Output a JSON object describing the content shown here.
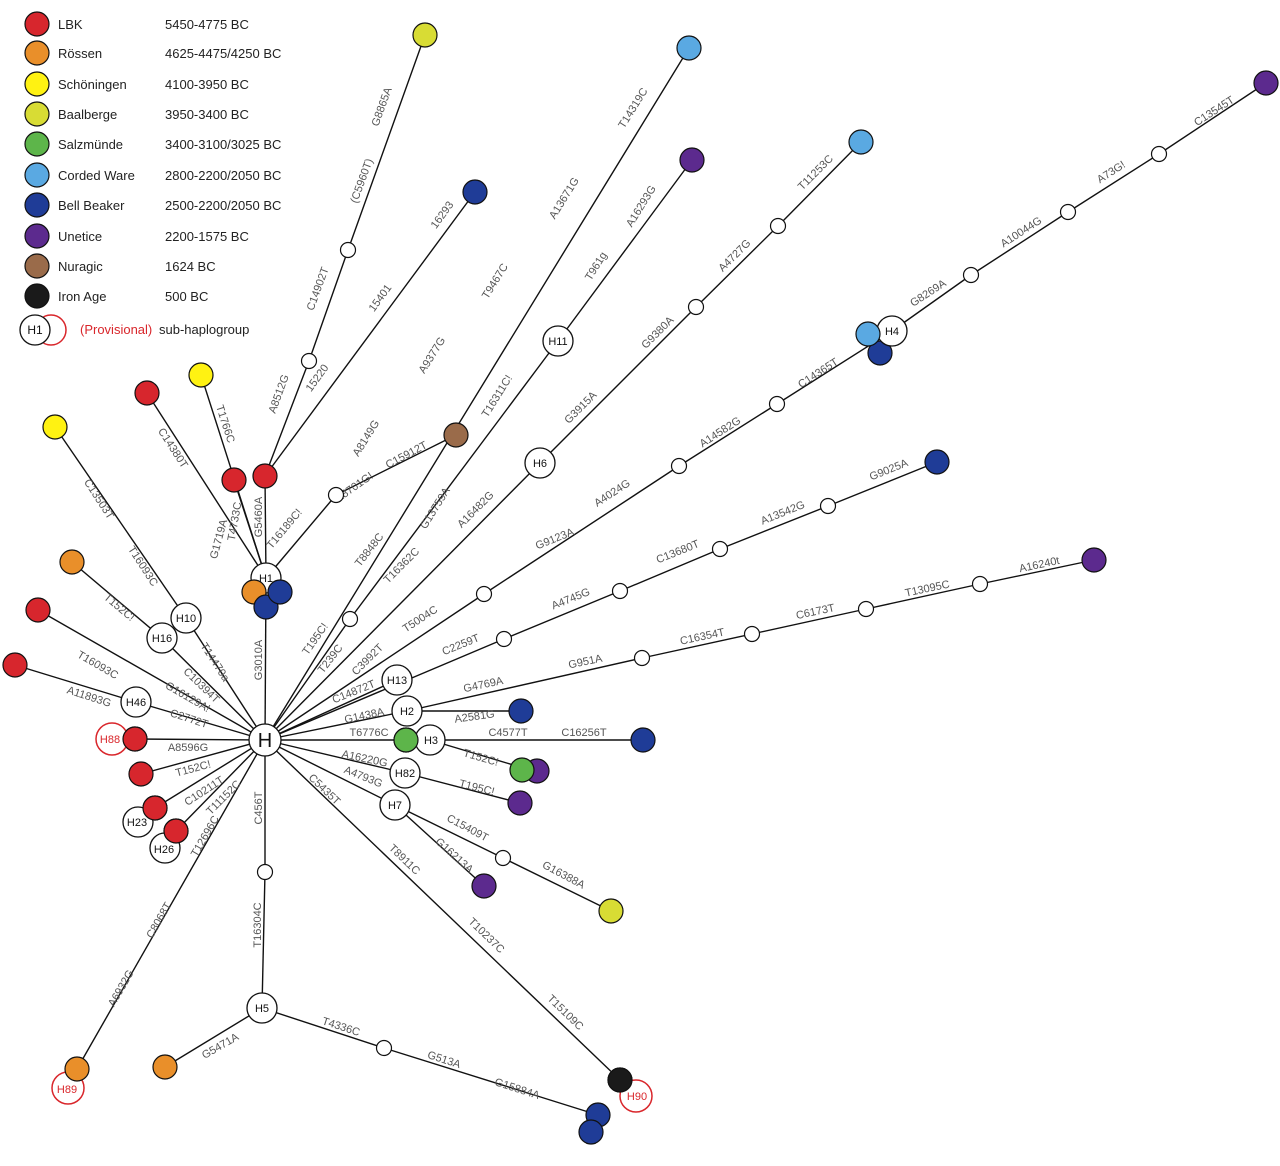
{
  "legend": {
    "items": [
      {
        "name": "LBK",
        "date": "5450-4775 BC",
        "color": "#d7262d"
      },
      {
        "name": "Rössen",
        "date": "4625-4475/4250 BC",
        "color": "#e98f2a"
      },
      {
        "name": "Schöningen",
        "date": "4100-3950 BC",
        "color": "#fff212"
      },
      {
        "name": "Baalberge",
        "date": "3950-3400 BC",
        "color": "#d8dc34"
      },
      {
        "name": "Salzmünde",
        "date": "3400-3100/3025 BC",
        "color": "#5db54a"
      },
      {
        "name": "Corded Ware",
        "date": "2800-2200/2050 BC",
        "color": "#5aa9e2"
      },
      {
        "name": "Bell Beaker",
        "date": "2500-2200/2050 BC",
        "color": "#1f3c97"
      },
      {
        "name": "Unetice",
        "date": "2200-1575 BC",
        "color": "#5c2a8e"
      },
      {
        "name": "Nuragic",
        "date": "1624 BC",
        "color": "#9a6b4a"
      },
      {
        "name": "Iron Age",
        "date": "500 BC",
        "color": "#1a1a1a"
      }
    ],
    "key": {
      "hub": "H1",
      "provisional": "(Provisional)",
      "text": "sub-haplogroup"
    }
  },
  "network": {
    "root": "H",
    "subhaplogroups": [
      "H1",
      "H2",
      "H3",
      "H4",
      "H5",
      "H6",
      "H7",
      "H10",
      "H11",
      "H13",
      "H16",
      "H23",
      "H26",
      "H46",
      "H82"
    ],
    "provisional": [
      "H88",
      "H89",
      "H90"
    ],
    "mutations": [
      "G8865A",
      "(C5960T)",
      "C14902T",
      "A8512G",
      "16293",
      "15401",
      "15220",
      "T14319C",
      "A13671G",
      "T9467C",
      "A9377G",
      "A8149G",
      "T16189C!",
      "A8701G!",
      "C15912T",
      "G13759A",
      "T16311C!",
      "A16293G",
      "T961g",
      "C13545T",
      "A73G!",
      "A10044G",
      "G8269A",
      "T11253C",
      "A4727G",
      "G9380A",
      "G3915A",
      "A16482G",
      "T8848C",
      "T195C!",
      "T239C",
      "C14365T",
      "A14582G",
      "A4024G",
      "T5004C",
      "T16362C",
      "C3992T",
      "G9025A",
      "A13542G",
      "C13680T",
      "G9123A",
      "A4745G",
      "C2259T",
      "C14872T",
      "A16240t",
      "T13095C",
      "C6173T",
      "C16354T",
      "G951A",
      "G4769A",
      "G1438A",
      "A2581G",
      "C4577T",
      "C16256T",
      "T6776C",
      "T152C!",
      "A16220G",
      "T195C!",
      "A4793G",
      "C15409T",
      "G16213A",
      "G16388A",
      "C5435T",
      "T8911C",
      "T10237C",
      "T15109C",
      "C456T",
      "T16304C",
      "T4336C",
      "G513A",
      "G15884A",
      "G5471A",
      "G3010A",
      "G5460A",
      "T4733C",
      "G1719A",
      "T1766C",
      "C14380T",
      "C13503T",
      "T16093C",
      "T152C!",
      "T14470a",
      "C10394T",
      "T16093C",
      "G16129A!",
      "A11893G",
      "C2772T",
      "A8596G",
      "T152C!",
      "C10211T",
      "T11152C",
      "T12696C",
      "C8068T",
      "A6932G"
    ]
  }
}
